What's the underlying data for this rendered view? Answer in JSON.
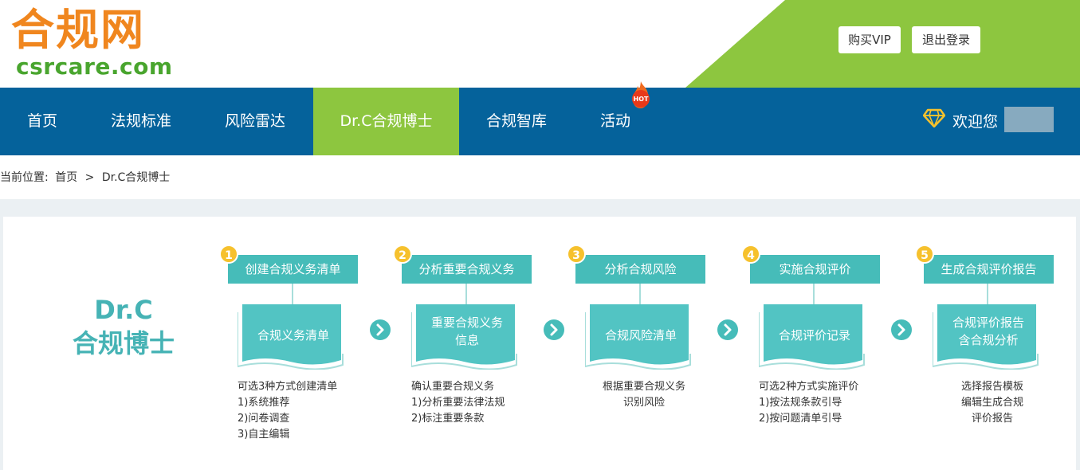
{
  "header": {
    "logo_cn": "合规网",
    "logo_en": "csrcare.com",
    "buy_vip": "购买VIP",
    "logout": "退出登录",
    "colors": {
      "logo_orange": "#f0861e",
      "logo_green": "#49a52e",
      "accent_green": "#8dc63f"
    }
  },
  "nav": {
    "items": [
      {
        "label": "首页"
      },
      {
        "label": "法规标准"
      },
      {
        "label": "风险雷达"
      },
      {
        "label": "Dr.C合规博士"
      },
      {
        "label": "合规智库"
      },
      {
        "label": "活动"
      }
    ],
    "active_index": 3,
    "hot_badge": "HOT",
    "welcome": "欢迎您",
    "color": "#05629b"
  },
  "breadcrumb": {
    "prefix": "当前位置:",
    "home": "首页",
    "separator": ">",
    "current": "Dr.C合规博士"
  },
  "drc": {
    "title_line1": "Dr.C",
    "title_line2": "合规博士"
  },
  "steps": [
    {
      "number": "1",
      "title": "创建合规义务清单",
      "doc": "合规义务清单",
      "desc": "可选3种方式创建清单\n1)系统推荐\n2)问卷调查\n3)自主编辑"
    },
    {
      "number": "2",
      "title": "分析重要合规义务",
      "doc": "重要合规义务\n信息",
      "desc": "确认重要合规义务\n1)分析重要法律法规\n2)标注重要条款"
    },
    {
      "number": "3",
      "title": "分析合规风险",
      "doc": "合规风险清单",
      "desc": "根据重要合规义务\n识别风险"
    },
    {
      "number": "4",
      "title": "实施合规评价",
      "doc": "合规评价记录",
      "desc": "可选2种方式实施评价\n1)按法规条款引导\n2)按问题清单引导"
    },
    {
      "number": "5",
      "title": "生成合规评价报告",
      "doc": "合规评价报告\n含合规分析",
      "desc": "选择报告模板\n编辑生成合规\n评价报告"
    }
  ]
}
